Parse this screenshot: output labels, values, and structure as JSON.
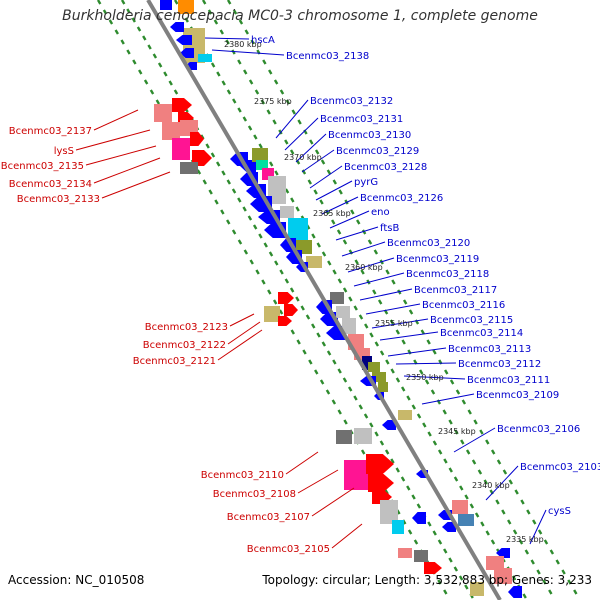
{
  "title": "Burkholderia cenocepacia MC0-3 chromosome 1, complete genome",
  "footer": {
    "accession": "Accession: NC_010508",
    "topology": "Topology: circular; Length: 3,532,883 bp; Genes: 3,233"
  },
  "colors": {
    "forward_label": "#0000cc",
    "reverse_label": "#cc0000",
    "backbone": "#808080",
    "ticks": "#2e8b2e"
  },
  "scale_labels": [
    "2380 kbp",
    "2375 kbp",
    "2370 kbp",
    "2365 kbp",
    "2360 kbp",
    "2355 kbp",
    "2350 kbp",
    "2345 kbp",
    "2340 kbp",
    "2335 kbp"
  ],
  "forward_genes": [
    "hscA",
    "Bcenmc03_2138",
    "Bcenmc03_2132",
    "Bcenmc03_2131",
    "Bcenmc03_2130",
    "Bcenmc03_2129",
    "Bcenmc03_2128",
    "pyrG",
    "Bcenmc03_2126",
    "eno",
    "ftsB",
    "Bcenmc03_2120",
    "Bcenmc03_2119",
    "Bcenmc03_2118",
    "Bcenmc03_2117",
    "Bcenmc03_2116",
    "Bcenmc03_2115",
    "Bcenmc03_2114",
    "Bcenmc03_2113",
    "Bcenmc03_2112",
    "Bcenmc03_2111",
    "Bcenmc03_2109",
    "Bcenmc03_2106",
    "Bcenmc03_2103",
    "cysS"
  ],
  "reverse_genes": [
    "Bcenmc03_2137",
    "lysS",
    "Bcenmc03_2135",
    "Bcenmc03_2134",
    "Bcenmc03_2133",
    "Bcenmc03_2123",
    "Bcenmc03_2122",
    "Bcenmc03_2121",
    "Bcenmc03_2110",
    "Bcenmc03_2108",
    "Bcenmc03_2107",
    "Bcenmc03_2105"
  ]
}
